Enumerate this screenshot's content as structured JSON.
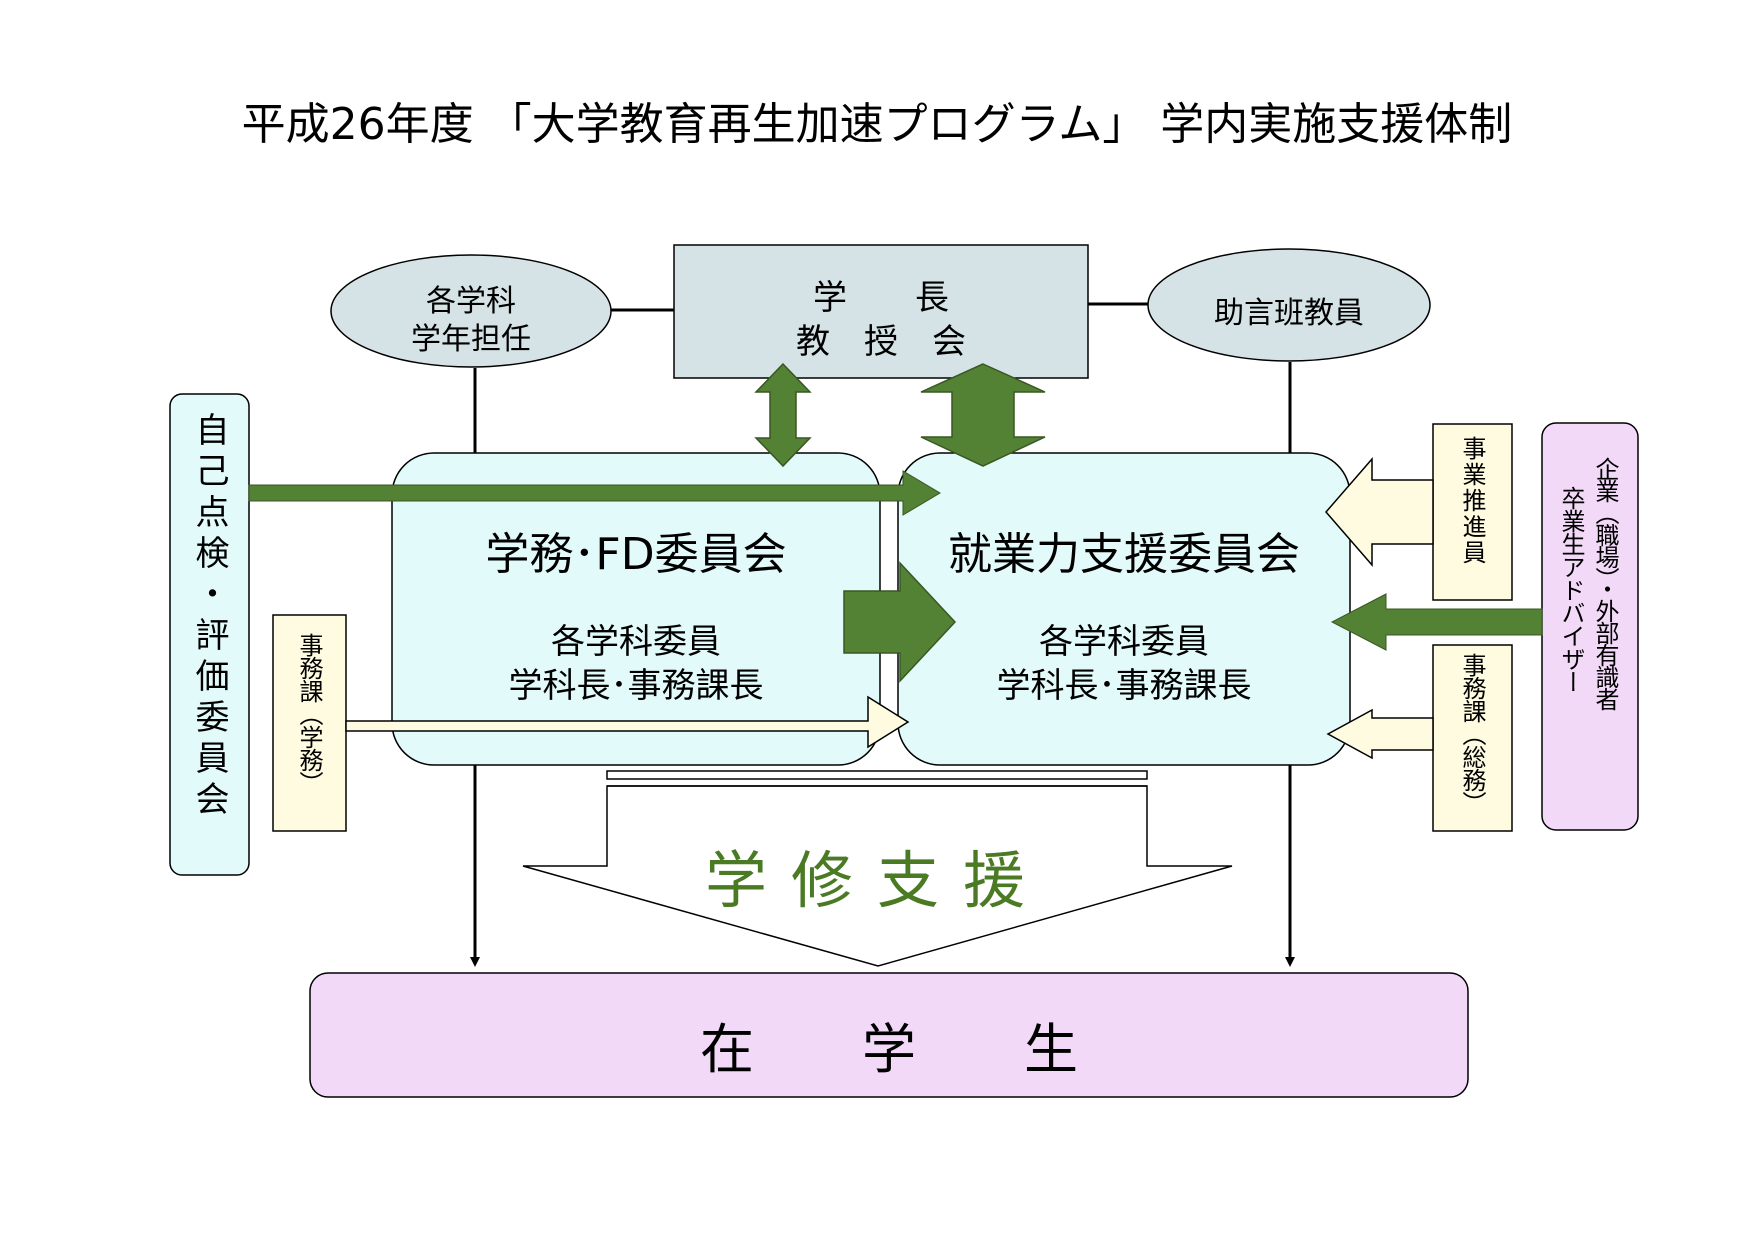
{
  "title": "平成26年度 「大学教育再生加速プログラム」 学内実施支援体制",
  "nodes": {
    "dept_homeroom": {
      "line1": "各学科",
      "line2": "学年担任"
    },
    "president": {
      "line1": "学　　長",
      "line2": "教　授　会"
    },
    "advisor_faculty": {
      "label": "助言班教員"
    },
    "self_eval": {
      "label": "自己点検・評価委員会"
    },
    "office_academic": {
      "label": "事務課（学務）"
    },
    "fd_committee": {
      "title": "学務･FD委員会",
      "line1": "各学科委員",
      "line2": "学科長･事務課長"
    },
    "employ_committee": {
      "title": "就業力支援委員会",
      "line1": "各学科委員",
      "line2": "学科長･事務課長"
    },
    "project_staff": {
      "label": "事業推進員"
    },
    "office_general": {
      "label": "事務課（総務）"
    },
    "external": {
      "line1": "企業（職場）・外部有識者",
      "line2": "卒業生アドバイザー"
    },
    "support_banner": {
      "label": "学修支援"
    },
    "students": {
      "label": "在　　学　　生"
    }
  },
  "colors": {
    "arrow_green": "#548235",
    "banner_green": "#4a7a24",
    "pale_yellow": "#fefbe0",
    "cyan_box": "#e2fafa",
    "gray_blue": "#d6e3e6",
    "lavender": "#f2d9f8"
  }
}
